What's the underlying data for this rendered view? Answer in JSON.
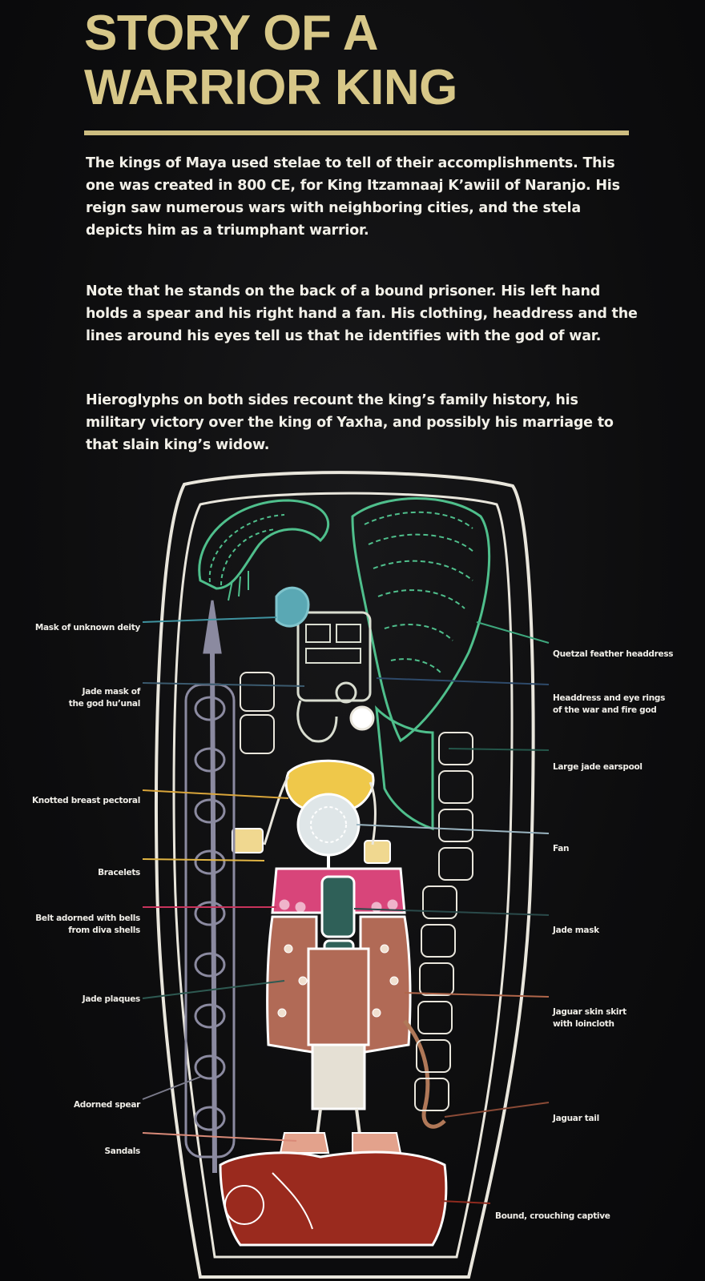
{
  "panel": {
    "title_line1": "STORY OF A",
    "title_line2": "WARRIOR KING",
    "paragraphs": [
      "The kings of Maya used stelae to tell of their accomplishments. This one was created in 800 CE, for King Itzamnaaj K’awiil of Naranjo. His reign saw numerous wars with neighboring cities, and the stela depicts him as a triumphant warrior.",
      "Note that he stands on the back of a bound prisoner. His left hand holds a spear and his right hand a fan. His clothing, headdress and the lines around his eyes tell us that he identifies with the god of war.",
      "Hieroglyphs on both sides recount the king’s family history, his military victory over the king of Yaxha, and possibly his marriage to that slain king’s widow."
    ]
  },
  "labels_left": [
    {
      "text": "Mask of unknown deity",
      "color": "#3f93a0"
    },
    {
      "line1": "Jade mask of",
      "line2": "the god hu’unal",
      "color": "#3b5a6e"
    },
    {
      "text": "Knotted breast pectoral",
      "color": "#d9a53a"
    },
    {
      "text": "Bracelets",
      "color": "#e1b544"
    },
    {
      "line1": "Belt adorned with bells",
      "line2": "from diva shells",
      "color": "#c8335c"
    },
    {
      "text": "Jade plaques",
      "color": "#2e5a52"
    },
    {
      "text": "Adorned spear",
      "color": "#7a7a8a"
    },
    {
      "text": "Sandals",
      "color": "#d98a78"
    }
  ],
  "labels_right": [
    {
      "text": "Quetzal feather headdress",
      "color": "#3ea77d"
    },
    {
      "line1": "Headdress and eye rings",
      "line2": "of the war and fire god",
      "color": "#2e4a6a"
    },
    {
      "text": "Large jade earspool",
      "color": "#24564a"
    },
    {
      "text": "Fan",
      "color": "#9ab4c0"
    },
    {
      "text": "Jade mask",
      "color": "#2a4a4a"
    },
    {
      "line1": "Jaguar skin skirt",
      "line2": "with loincloth",
      "color": "#b0664a"
    },
    {
      "text": "Jaguar tail",
      "color": "#8a4a36"
    },
    {
      "text": "Bound, crouching captive",
      "color": "#8e2a1e"
    }
  ],
  "stela_colors": {
    "outline": "#e9e6dc",
    "feathers": "#4fbf8c",
    "headdress": "#d9ddd0",
    "pectoral": "#efc84a",
    "fan": "#dfe6e8",
    "belt": "#d8457a",
    "skirt": "#b16a56",
    "loincloth": "#e5e0d4",
    "jade": "#2f6058",
    "spear": "#8b8aa0",
    "sandals": "#e3a28c",
    "captive": "#9a2a1e",
    "glyphs": "#e9e6dc"
  }
}
